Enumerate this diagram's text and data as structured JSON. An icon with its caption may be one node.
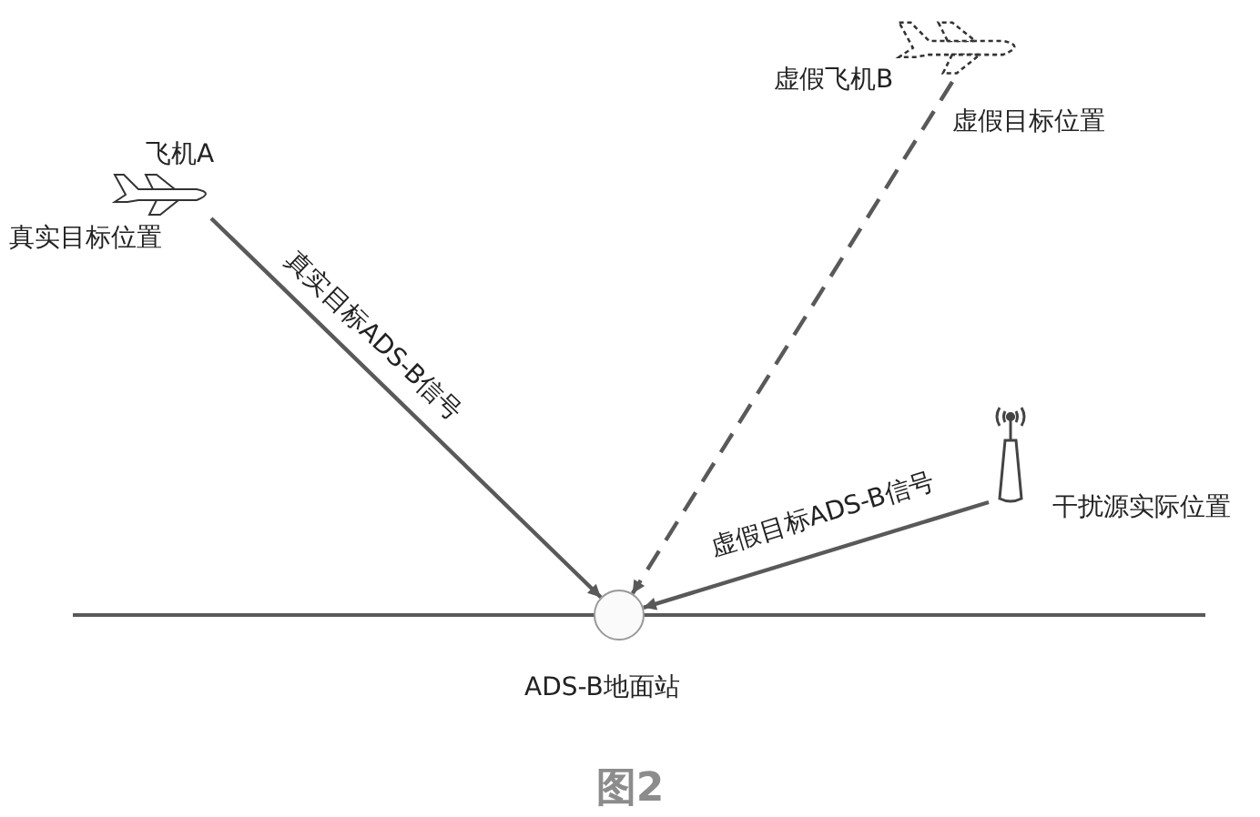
{
  "diagram": {
    "caption": "图2",
    "nodes": [
      {
        "text": [],
        "shape": "plane",
        "beside": [
          "飞机A",
          "真实目标位置"
        ]
      },
      {
        "text": [],
        "shape": "plane",
        "beside": [
          "虚假飞机B",
          "虚假目标位置"
        ]
      },
      {
        "text": [],
        "shape": "antenna",
        "beside": [
          "干扰源实际位置"
        ]
      },
      {
        "text": [],
        "shape": "circle",
        "beside": [
          "ADS-B地面站"
        ]
      }
    ],
    "edges": [
      {
        "from": 0,
        "to": 3,
        "arrow": "to",
        "label": "真实目标ADS-B信号"
      },
      {
        "from": 1,
        "to": 3,
        "arrow": "to",
        "style": "dashed"
      },
      {
        "from": 2,
        "to": 3,
        "arrow": "to",
        "label": "虚假目标ADS-B信号"
      }
    ]
  }
}
